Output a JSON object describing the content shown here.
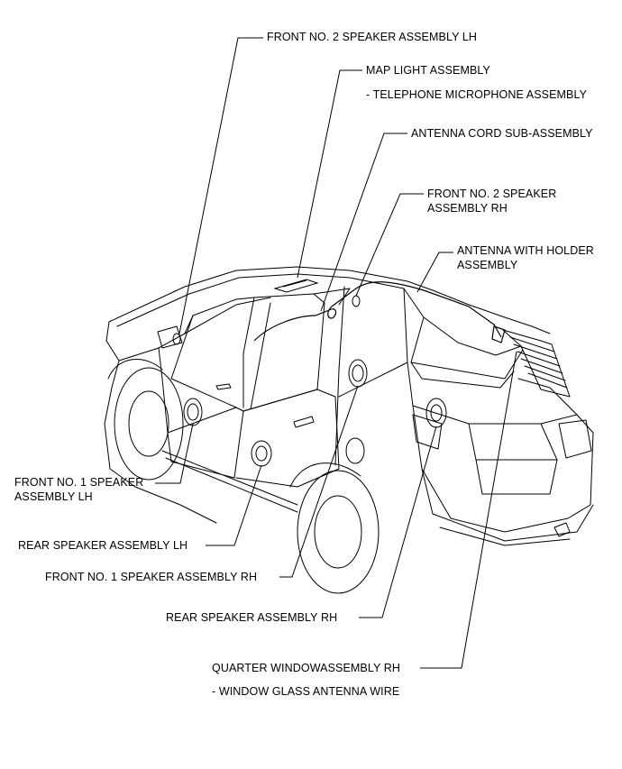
{
  "labels": {
    "front_no2_speaker_lh": "FRONT NO. 2 SPEAKER ASSEMBLY LH",
    "map_light": "MAP LIGHT ASSEMBLY",
    "telephone_microphone": "- TELEPHONE MICROPHONE ASSEMBLY",
    "antenna_cord": "ANTENNA CORD  SUB-ASSEMBLY",
    "front_no2_speaker_rh_line1": "FRONT NO. 2 SPEAKER",
    "front_no2_speaker_rh_line2": "ASSEMBLY RH",
    "antenna_holder_line1": "ANTENNA WITH HOLDER",
    "antenna_holder_line2": "ASSEMBLY",
    "front_no1_speaker_lh_line1": "FRONT NO. 1 SPEAKER",
    "front_no1_speaker_lh_line2": "ASSEMBLY LH",
    "rear_speaker_lh": "REAR SPEAKER ASSEMBLY LH",
    "front_no1_speaker_rh": "FRONT NO. 1 SPEAKER ASSEMBLY RH",
    "rear_speaker_rh": "REAR SPEAKER ASSEMBLY RH",
    "quarter_window": "QUARTER WINDOWASSEMBLY RH",
    "window_glass_antenna": "- WINDOW GLASS ANTENNA WIRE"
  },
  "colors": {
    "line": "#000000",
    "background": "#ffffff"
  }
}
